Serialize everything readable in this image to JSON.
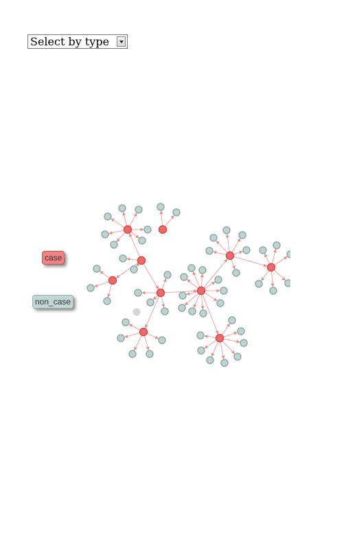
{
  "controls": {
    "type_select": {
      "selected": "Select by type"
    }
  },
  "legend": [
    {
      "label": "case",
      "color": "#f08383"
    },
    {
      "label": "non_case",
      "color": "#c2d6d3"
    }
  ],
  "colors": {
    "case_fill": "#ee6a6a",
    "case_stroke": "#d54b4b",
    "noncase_fill": "#bfd3d0",
    "noncase_stroke": "#93aaa6",
    "isolated_fill": "#d6d6d6",
    "edge": "#f2a3a3"
  }
}
